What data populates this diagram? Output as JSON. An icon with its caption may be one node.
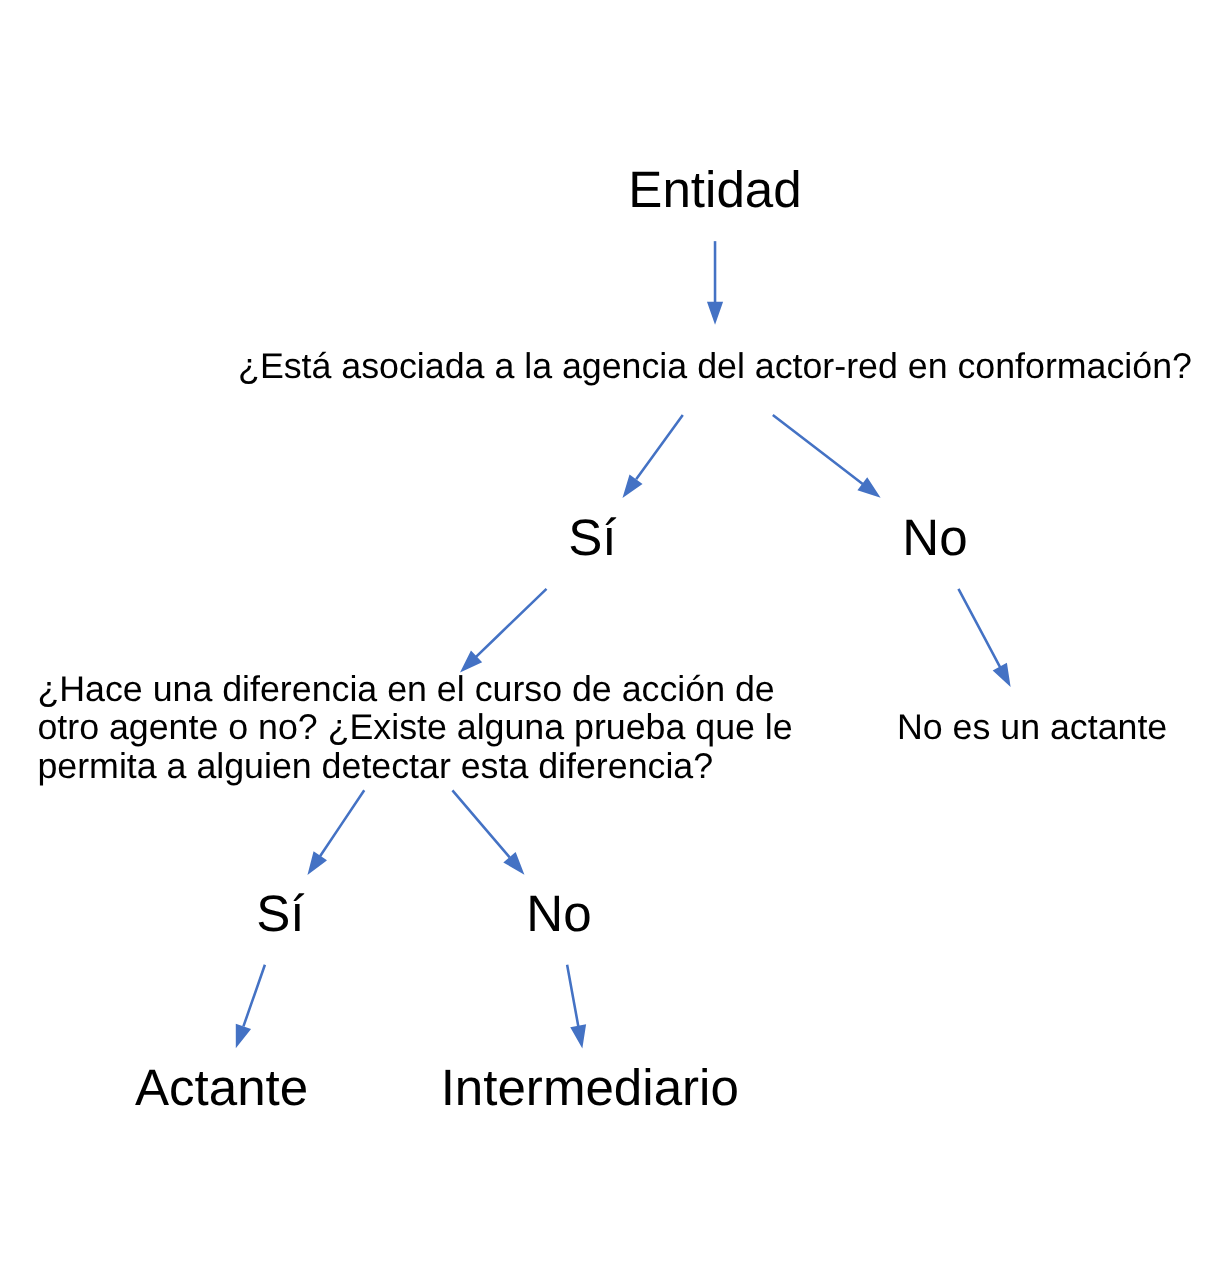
{
  "diagram": {
    "nodes": [
      {
        "text": [
          "Entidad"
        ]
      },
      {
        "text": [
          "¿Está asociada a la agencia del actor-red en conformación?"
        ]
      },
      {
        "text": [
          "Sí"
        ]
      },
      {
        "text": [
          "No"
        ]
      },
      {
        "text": [
          "No es un actante"
        ]
      },
      {
        "text": [
          "¿Hace una diferencia en el curso de acción de otro agente o no? ¿Existe alguna prueba que le permita a alguien detectar esta diferencia?"
        ]
      },
      {
        "text": [
          "Sí"
        ]
      },
      {
        "text": [
          "No"
        ]
      },
      {
        "text": [
          "Actante"
        ]
      },
      {
        "text": [
          "Intermediario"
        ]
      }
    ],
    "edges": [
      {
        "from": 0,
        "to": 1,
        "arrow": "to"
      },
      {
        "from": 1,
        "to": 2,
        "arrow": "to"
      },
      {
        "from": 1,
        "to": 3,
        "arrow": "to"
      },
      {
        "from": 3,
        "to": 4,
        "arrow": "to"
      },
      {
        "from": 2,
        "to": 5,
        "arrow": "to"
      },
      {
        "from": 5,
        "to": 6,
        "arrow": "to"
      },
      {
        "from": 5,
        "to": 7,
        "arrow": "to"
      },
      {
        "from": 6,
        "to": 8,
        "arrow": "to"
      },
      {
        "from": 7,
        "to": 9,
        "arrow": "to"
      }
    ]
  }
}
